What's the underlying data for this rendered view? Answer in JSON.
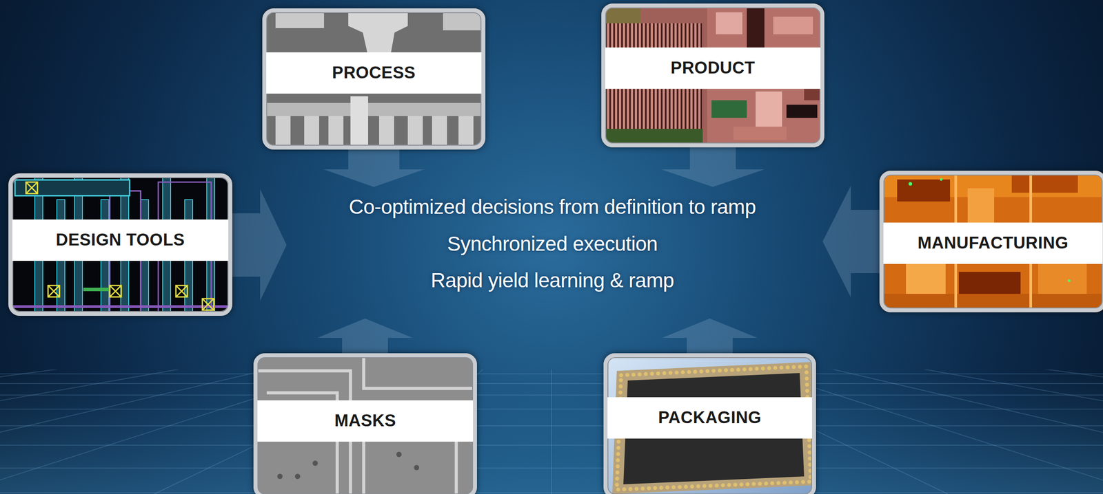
{
  "diagram": {
    "nodes": [
      {
        "text": [
          "PROCESS"
        ]
      },
      {
        "text": [
          "PRODUCT"
        ]
      },
      {
        "text": [
          "DESIGN TOOLS"
        ]
      },
      {
        "text": [
          "MANUFACTURING"
        ]
      },
      {
        "text": [
          "MASKS"
        ]
      },
      {
        "text": [
          "PACKAGING"
        ]
      }
    ],
    "labels": [
      "Co-optimized decisions from definition to ramp",
      "Synchronized execution",
      "Rapid yield learning & ramp"
    ]
  }
}
